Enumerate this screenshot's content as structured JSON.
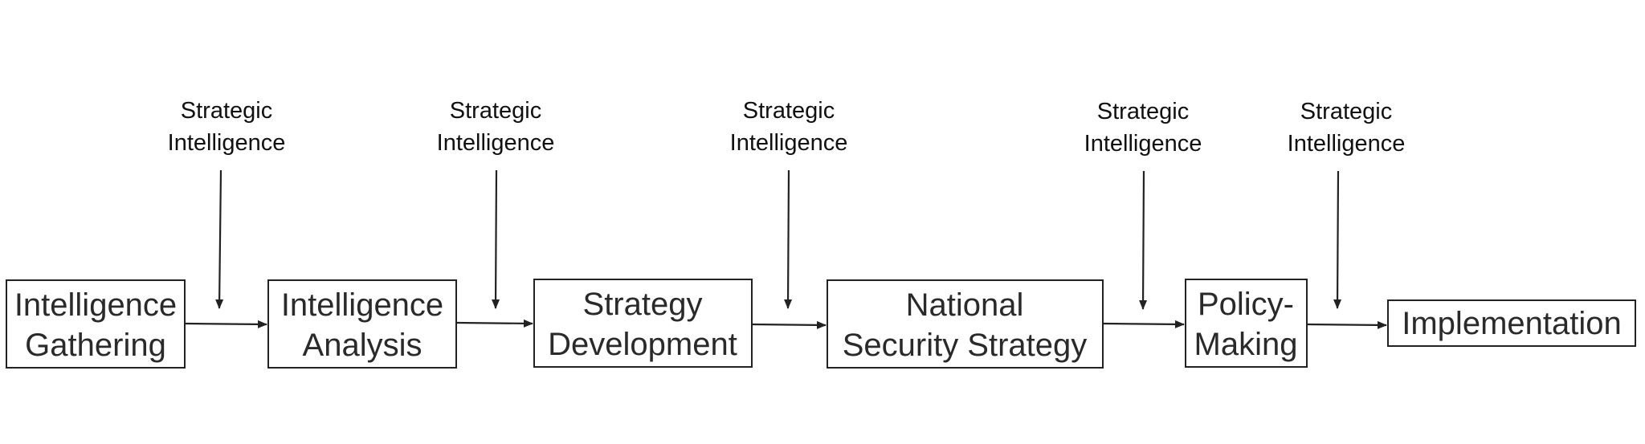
{
  "diagram": {
    "stages": [
      {
        "lines": [
          "Intelligence",
          "Gathering"
        ]
      },
      {
        "lines": [
          "Intelligence",
          "Analysis"
        ]
      },
      {
        "lines": [
          "Strategy",
          "Development"
        ]
      },
      {
        "lines": [
          "National",
          "Security Strategy"
        ]
      },
      {
        "lines": [
          "Policy-",
          "Making"
        ]
      },
      {
        "lines": [
          "Implementation"
        ]
      }
    ],
    "inputs": [
      {
        "lines": [
          "Strategic",
          "Intelligence"
        ]
      },
      {
        "lines": [
          "Strategic",
          "Intelligence"
        ]
      },
      {
        "lines": [
          "Strategic",
          "Intelligence"
        ]
      },
      {
        "lines": [
          "Strategic",
          "Intelligence"
        ]
      },
      {
        "lines": [
          "Strategic",
          "Intelligence"
        ]
      }
    ],
    "colors": {
      "stroke": "#222222",
      "box_text": "#2a2a2a",
      "note_text": "#111111"
    }
  }
}
